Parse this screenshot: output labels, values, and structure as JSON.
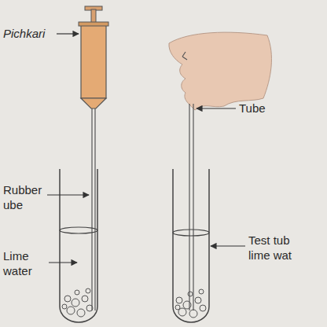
{
  "diagram": {
    "labels": [
      "Pichkari",
      "Rubber ube",
      "Lime water",
      "Tube",
      "Test tub lime wat"
    ]
  }
}
